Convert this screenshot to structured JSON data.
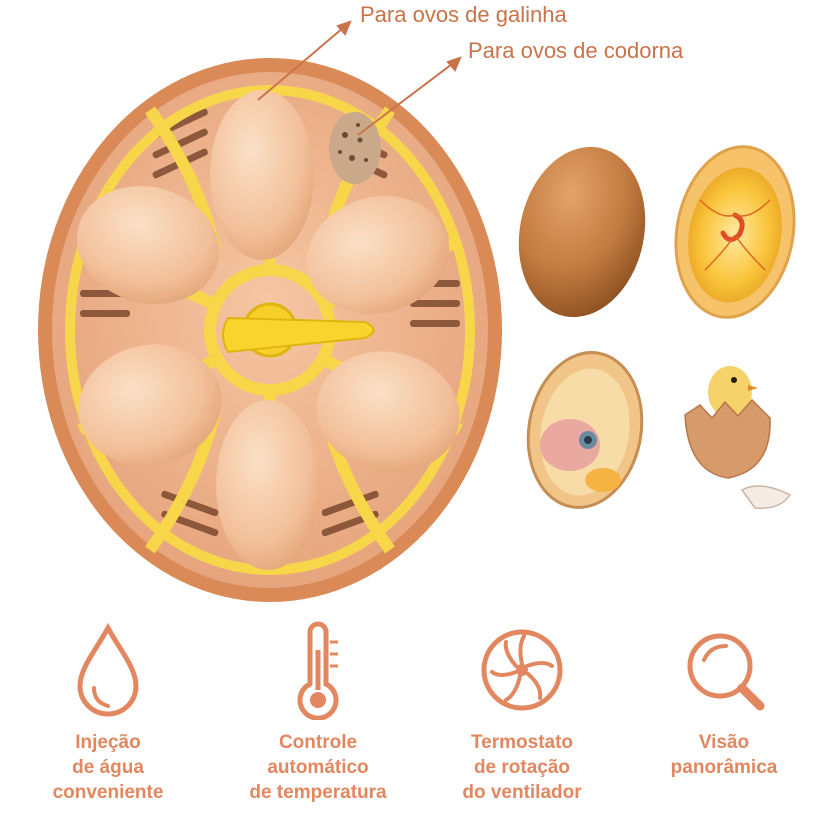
{
  "callouts": {
    "chicken": "Para ovos de galinha",
    "quail": "Para ovos de codorna"
  },
  "features": [
    {
      "icon": "water-drop-icon",
      "lines": [
        "Injeção",
        "de água",
        "conveniente"
      ]
    },
    {
      "icon": "thermometer-icon",
      "lines": [
        "Controle",
        "automático",
        "de temperatura"
      ]
    },
    {
      "icon": "fan-icon",
      "lines": [
        "Termostato",
        "de rotação",
        "do ventilador"
      ]
    },
    {
      "icon": "panoramic-view-icon",
      "lines": [
        "Visão",
        "panorâmica"
      ]
    }
  ],
  "stages": [
    "egg-shell-icon",
    "early-embryo-icon",
    "late-embryo-icon",
    "hatched-chick-icon"
  ],
  "colors": {
    "accent": "#e2875f",
    "tray": "#f7d64a",
    "rim": "#d98a56",
    "egg": "#f3c9a4"
  }
}
